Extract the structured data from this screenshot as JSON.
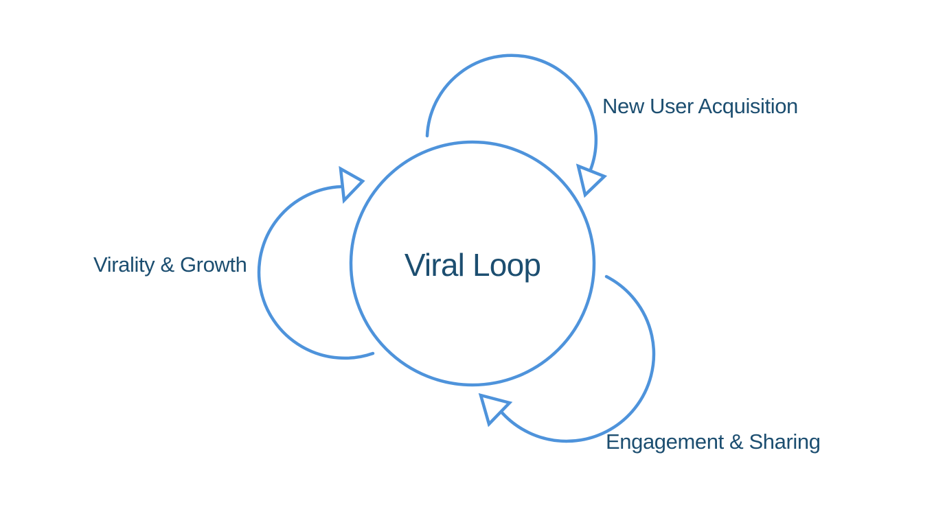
{
  "diagram": {
    "title": "Viral Loop",
    "labels": {
      "top_right": "New User Acquisition",
      "left": "Virality & Growth",
      "bottom_right": "Engagement & Sharing"
    },
    "colors": {
      "loop_stroke": "#4e93db",
      "text": "#1c4e70",
      "background": "#ffffff"
    }
  }
}
